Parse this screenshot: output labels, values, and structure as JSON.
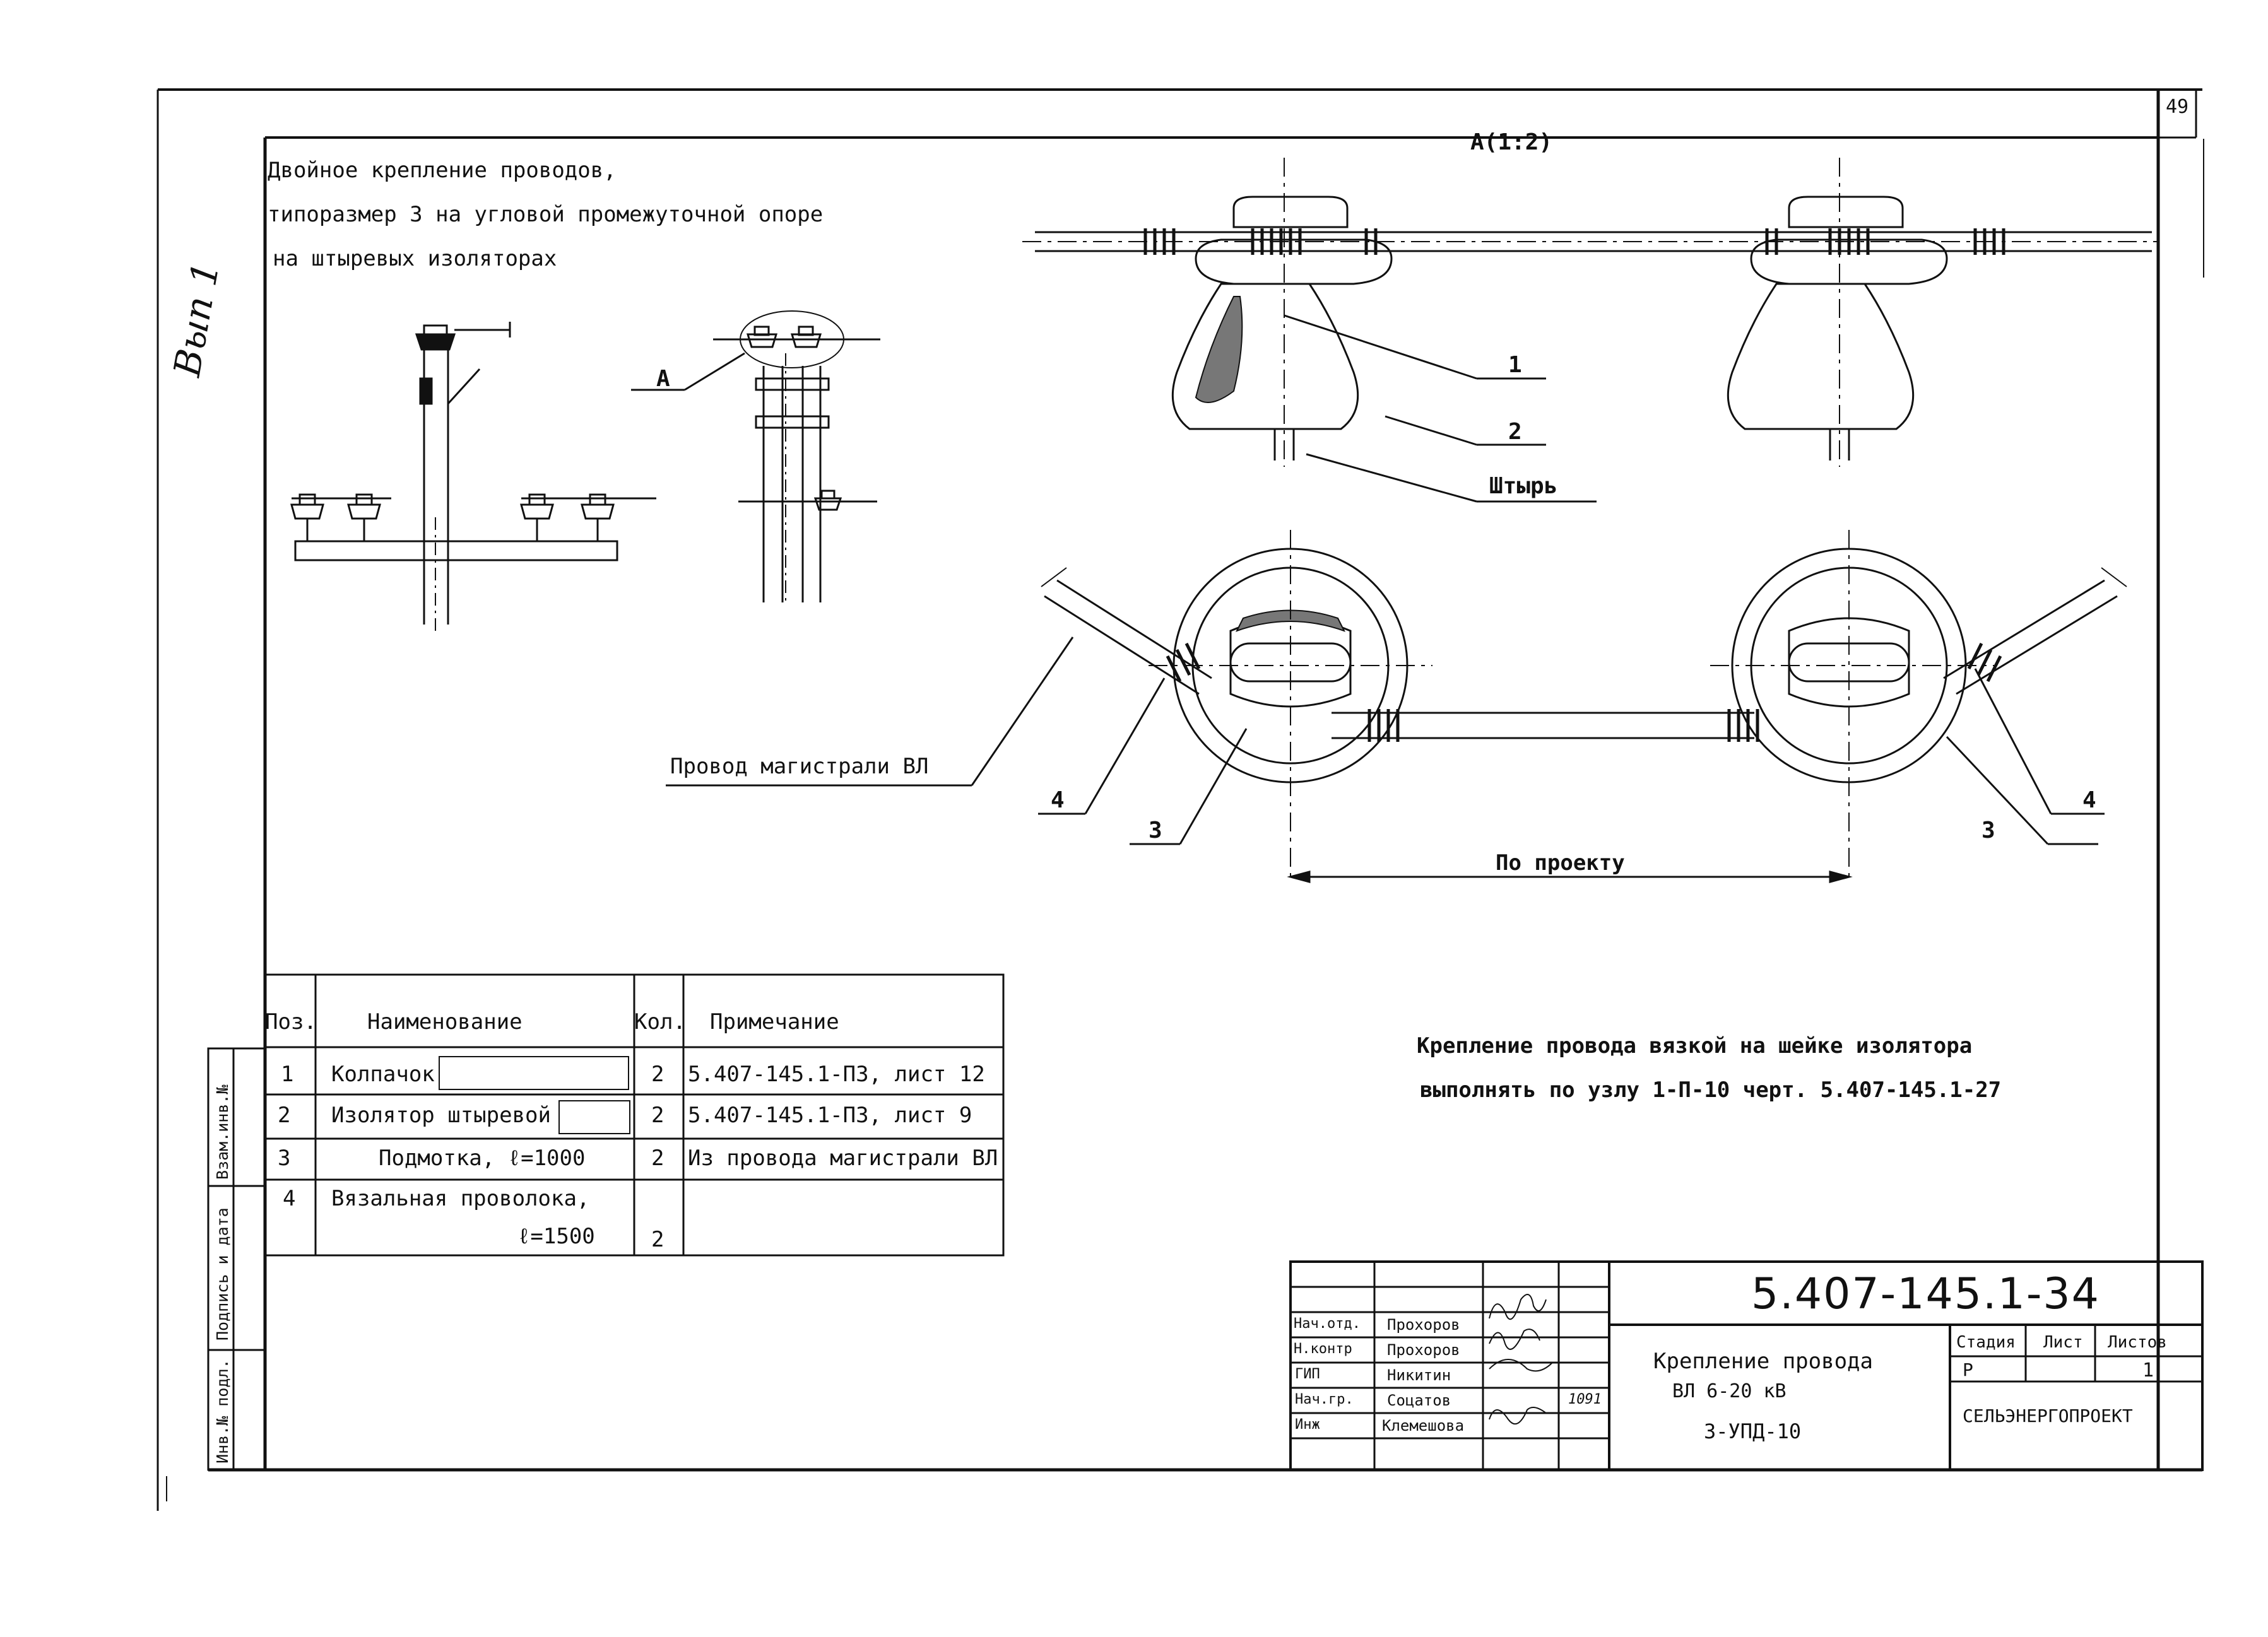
{
  "page_number": "49",
  "title_lines": [
    "Двойное крепление проводов,",
    "типоразмер 3 на угловой промежуточной опоре",
    "на штыревых изоляторах"
  ],
  "handwritten_note": "Вып 1",
  "view_label": "А(1:2)",
  "callouts": {
    "a": "А",
    "n1": "1",
    "n2": "2",
    "pin": "Штырь",
    "n3_left": "3",
    "n4_left": "4",
    "n3_right": "3",
    "n4_right": "4",
    "wire": "Провод магистрали ВЛ",
    "dimension": "По проекту"
  },
  "note_lines": [
    "Крепление провода вязкой на шейке изолятора",
    "выполнять по узлу 1-П-10 черт. 5.407-145.1-27"
  ],
  "spec_table": {
    "headers": [
      "Поз.",
      "Наименование",
      "Кол.",
      "Примечание"
    ],
    "rows": [
      {
        "pos": "1",
        "name": "Колпачок",
        "qty": "2",
        "note": "5.407-145.1-ПЗ, лист 12"
      },
      {
        "pos": "2",
        "name": "Изолятор штыревой",
        "qty": "2",
        "note": "5.407-145.1-ПЗ, лист 9"
      },
      {
        "pos": "3",
        "name": "Подмотка, ℓ=1000",
        "qty": "2",
        "note": "Из провода магистрали ВЛ"
      },
      {
        "pos": "4",
        "name": "Вязальная проволока,",
        "name2": "ℓ=1500",
        "qty": "2",
        "note": ""
      }
    ]
  },
  "side_stamp": [
    "Взам.инв.№",
    "Подпись и дата",
    "Инв.№ подл."
  ],
  "title_block": {
    "doc_number": "5.407-145.1-34",
    "roles": [
      "Нач.отд.",
      "Н.контр",
      "ГИП",
      "Нач.гр.",
      "Инж"
    ],
    "names": [
      "Прохоров",
      "Прохоров",
      "Никитин",
      "Соцатов",
      "Клемешова"
    ],
    "sign_date": "1091",
    "drawing_title": [
      "Крепление провода",
      "ВЛ 6-20 кВ",
      "3-УПД-10"
    ],
    "stage_header": "Стадия",
    "sheet_header": "Лист",
    "sheets_header": "Листов",
    "stage": "Р",
    "sheets": "1",
    "organization": "СЕЛЬЭНЕРГОПРОЕКТ"
  }
}
